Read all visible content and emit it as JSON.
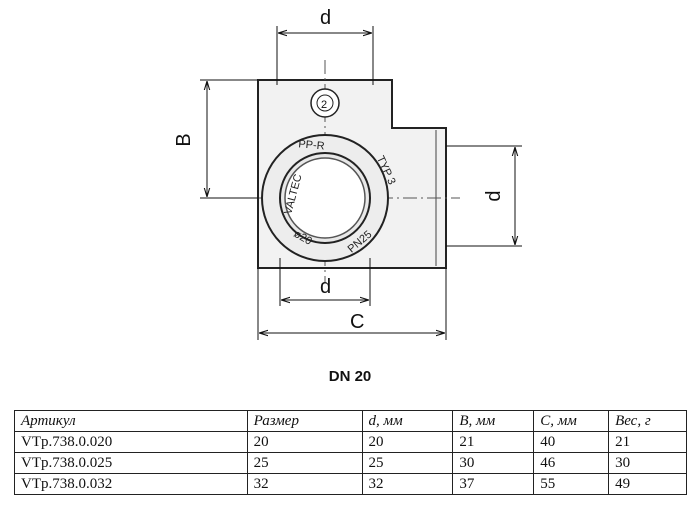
{
  "drawing": {
    "dim_top": "d",
    "dim_left": "B",
    "dim_right": "d",
    "dim_bottom_inner": "d",
    "dim_bottom": "C",
    "ring_text": {
      "brand": "VALTEC",
      "material": "PP-R",
      "type": "TYP 3",
      "pressure": "PN25",
      "diameter": "ø20"
    },
    "stamp_text": "2"
  },
  "caption": "DN 20",
  "table": {
    "headers": [
      "Артикул",
      "Размер",
      "d, мм",
      "B, мм",
      "C, мм",
      "Вес, г"
    ],
    "rows": [
      [
        "VTp.738.0.020",
        "20",
        "20",
        "21",
        "40",
        "21"
      ],
      [
        "VTp.738.0.025",
        "25",
        "25",
        "30",
        "46",
        "30"
      ],
      [
        "VTp.738.0.032",
        "32",
        "32",
        "37",
        "55",
        "49"
      ]
    ]
  }
}
